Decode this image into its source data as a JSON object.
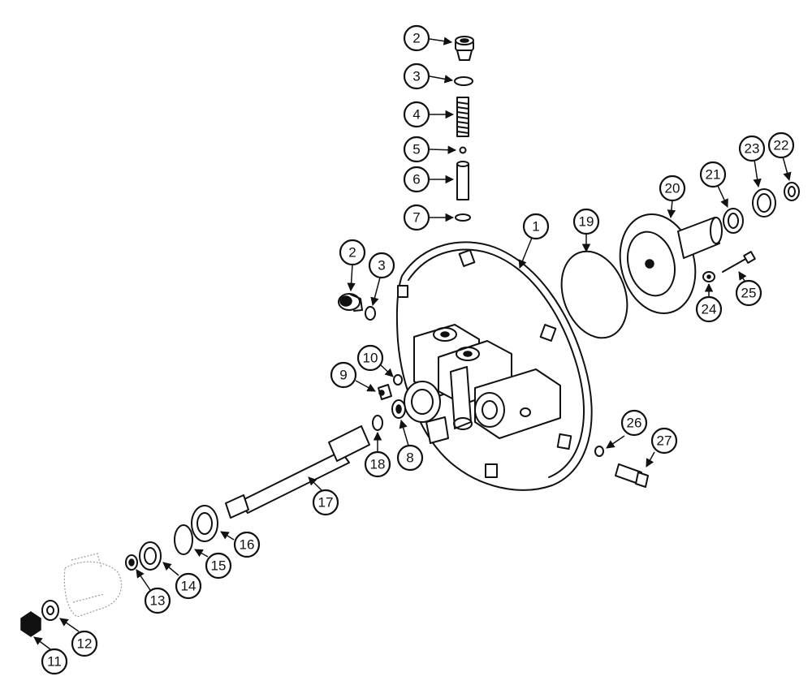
{
  "callouts": {
    "c1": "1",
    "c2a": "2",
    "c2b": "2",
    "c3a": "3",
    "c3b": "3",
    "c4": "4",
    "c5": "5",
    "c6": "6",
    "c7": "7",
    "c8": "8",
    "c9": "9",
    "c10": "10",
    "c11": "11",
    "c12": "12",
    "c13": "13",
    "c14": "14",
    "c15": "15",
    "c16": "16",
    "c17": "17",
    "c18": "18",
    "c19": "19",
    "c20": "20",
    "c21": "21",
    "c22": "22",
    "c23": "23",
    "c24": "24",
    "c25": "25",
    "c26": "26",
    "c27": "27"
  }
}
